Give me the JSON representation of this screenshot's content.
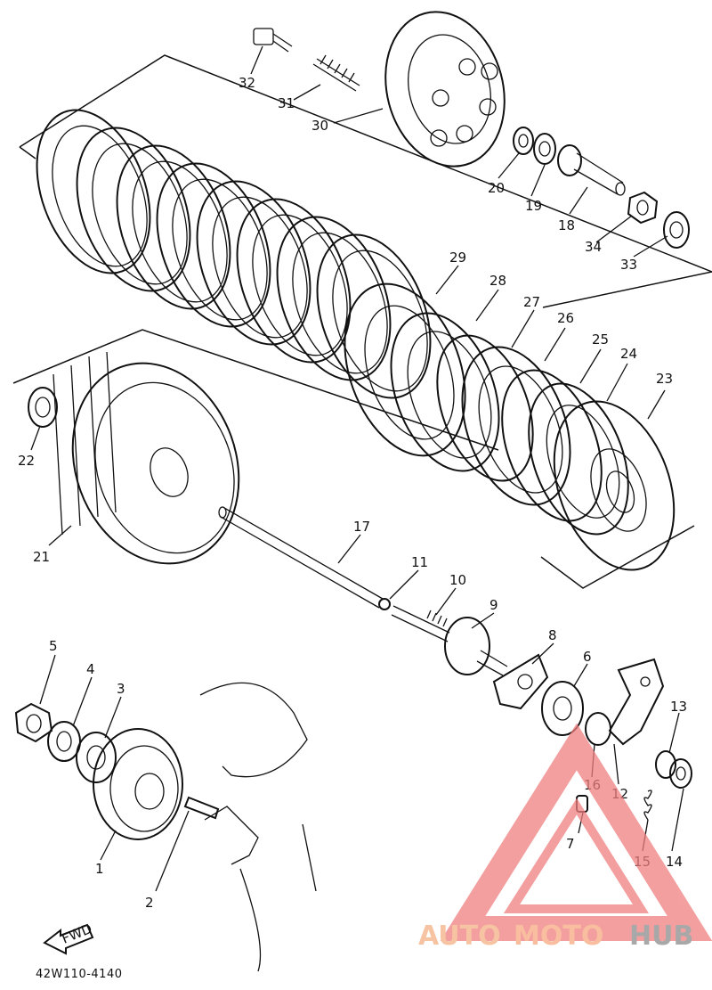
{
  "diagram": {
    "drawing_code": "42W110-4140",
    "fwd_label": "FWD",
    "callouts": [
      {
        "num": "1"
      },
      {
        "num": "2"
      },
      {
        "num": "3"
      },
      {
        "num": "4"
      },
      {
        "num": "5"
      },
      {
        "num": "6"
      },
      {
        "num": "7"
      },
      {
        "num": "8"
      },
      {
        "num": "9"
      },
      {
        "num": "10"
      },
      {
        "num": "11"
      },
      {
        "num": "12"
      },
      {
        "num": "13"
      },
      {
        "num": "14"
      },
      {
        "num": "15"
      },
      {
        "num": "16"
      },
      {
        "num": "17"
      },
      {
        "num": "18"
      },
      {
        "num": "19"
      },
      {
        "num": "20"
      },
      {
        "num": "21"
      },
      {
        "num": "22"
      },
      {
        "num": "23"
      },
      {
        "num": "24"
      },
      {
        "num": "25"
      },
      {
        "num": "26"
      },
      {
        "num": "27"
      },
      {
        "num": "28"
      },
      {
        "num": "29"
      },
      {
        "num": "30"
      },
      {
        "num": "31"
      },
      {
        "num": "32"
      },
      {
        "num": "33"
      },
      {
        "num": "34"
      }
    ]
  },
  "watermark": {
    "part1": "AUTO",
    "part2": "MOTO",
    "part3": "HUB",
    "colors": {
      "triangle": "#f08080",
      "auto": "#f4b183",
      "moto": "#f7a97f",
      "hub": "#8c8c8c"
    }
  }
}
